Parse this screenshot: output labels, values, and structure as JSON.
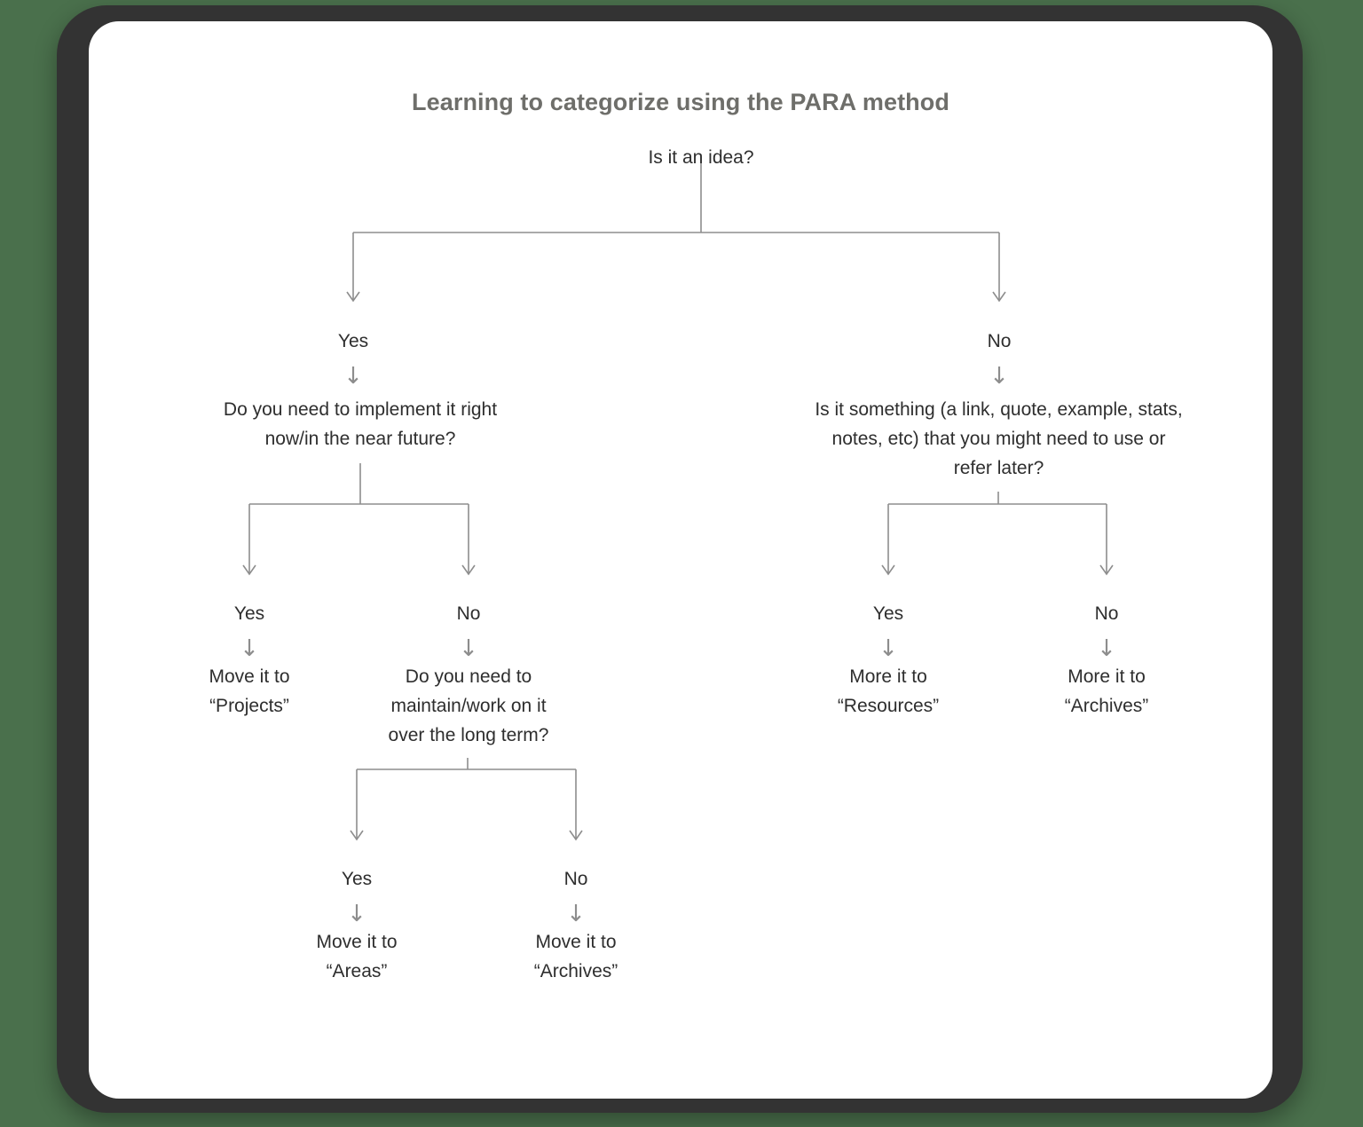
{
  "canvas": {
    "background_color": "#4a704c",
    "card_color": "#ffffff",
    "bezel_color": "#333333",
    "title_color": "#6e6e6a",
    "text_color": "#2e2e2e",
    "line_color": "#8d8d8d"
  },
  "title": "Learning to categorize using the PARA method",
  "arrow_glyph": "↓",
  "chart_data": {
    "type": "diagram",
    "title": "Learning to categorize using the PARA method",
    "nodes": [
      {
        "id": "root",
        "text": "Is it an idea?",
        "kind": "question"
      },
      {
        "id": "l1-yes",
        "text": "Yes",
        "kind": "branch-label"
      },
      {
        "id": "l1-no",
        "text": "No",
        "kind": "branch-label"
      },
      {
        "id": "q-left",
        "text": "Do you need to implement it right\nnow/in the near future?",
        "kind": "question"
      },
      {
        "id": "q-right",
        "text": "Is it something (a link, quote, example, stats,\nnotes, etc) that you might need to use or\nrefer later?",
        "kind": "question"
      },
      {
        "id": "l2a-yes",
        "text": "Yes",
        "kind": "branch-label"
      },
      {
        "id": "l2a-no",
        "text": "No",
        "kind": "branch-label"
      },
      {
        "id": "l2b-yes",
        "text": "Yes",
        "kind": "branch-label"
      },
      {
        "id": "l2b-no",
        "text": "No",
        "kind": "branch-label"
      },
      {
        "id": "out-proj",
        "text": "Move it to\n“Projects”",
        "kind": "outcome"
      },
      {
        "id": "q-long",
        "text": "Do you need to\nmaintain/work on it\nover the long term?",
        "kind": "question"
      },
      {
        "id": "out-res",
        "text": "More it to\n“Resources”",
        "kind": "outcome"
      },
      {
        "id": "out-arch1",
        "text": "More it to\n“Archives”",
        "kind": "outcome"
      },
      {
        "id": "l3-yes",
        "text": "Yes",
        "kind": "branch-label"
      },
      {
        "id": "l3-no",
        "text": "No",
        "kind": "branch-label"
      },
      {
        "id": "out-areas",
        "text": "Move it to\n“Areas”",
        "kind": "outcome"
      },
      {
        "id": "out-arch2",
        "text": "Move it to\n“Archives”",
        "kind": "outcome"
      }
    ],
    "edges": [
      {
        "from": "root",
        "to": "l1-yes",
        "label": "Yes"
      },
      {
        "from": "root",
        "to": "l1-no",
        "label": "No"
      },
      {
        "from": "l1-yes",
        "to": "q-left",
        "label": ""
      },
      {
        "from": "l1-no",
        "to": "q-right",
        "label": ""
      },
      {
        "from": "q-left",
        "to": "l2a-yes",
        "label": "Yes"
      },
      {
        "from": "q-left",
        "to": "l2a-no",
        "label": "No"
      },
      {
        "from": "q-right",
        "to": "l2b-yes",
        "label": "Yes"
      },
      {
        "from": "q-right",
        "to": "l2b-no",
        "label": "No"
      },
      {
        "from": "l2a-yes",
        "to": "out-proj",
        "label": ""
      },
      {
        "from": "l2a-no",
        "to": "q-long",
        "label": ""
      },
      {
        "from": "l2b-yes",
        "to": "out-res",
        "label": ""
      },
      {
        "from": "l2b-no",
        "to": "out-arch1",
        "label": ""
      },
      {
        "from": "q-long",
        "to": "l3-yes",
        "label": "Yes"
      },
      {
        "from": "q-long",
        "to": "l3-no",
        "label": "No"
      },
      {
        "from": "l3-yes",
        "to": "out-areas",
        "label": ""
      },
      {
        "from": "l3-no",
        "to": "out-arch2",
        "label": ""
      }
    ]
  }
}
